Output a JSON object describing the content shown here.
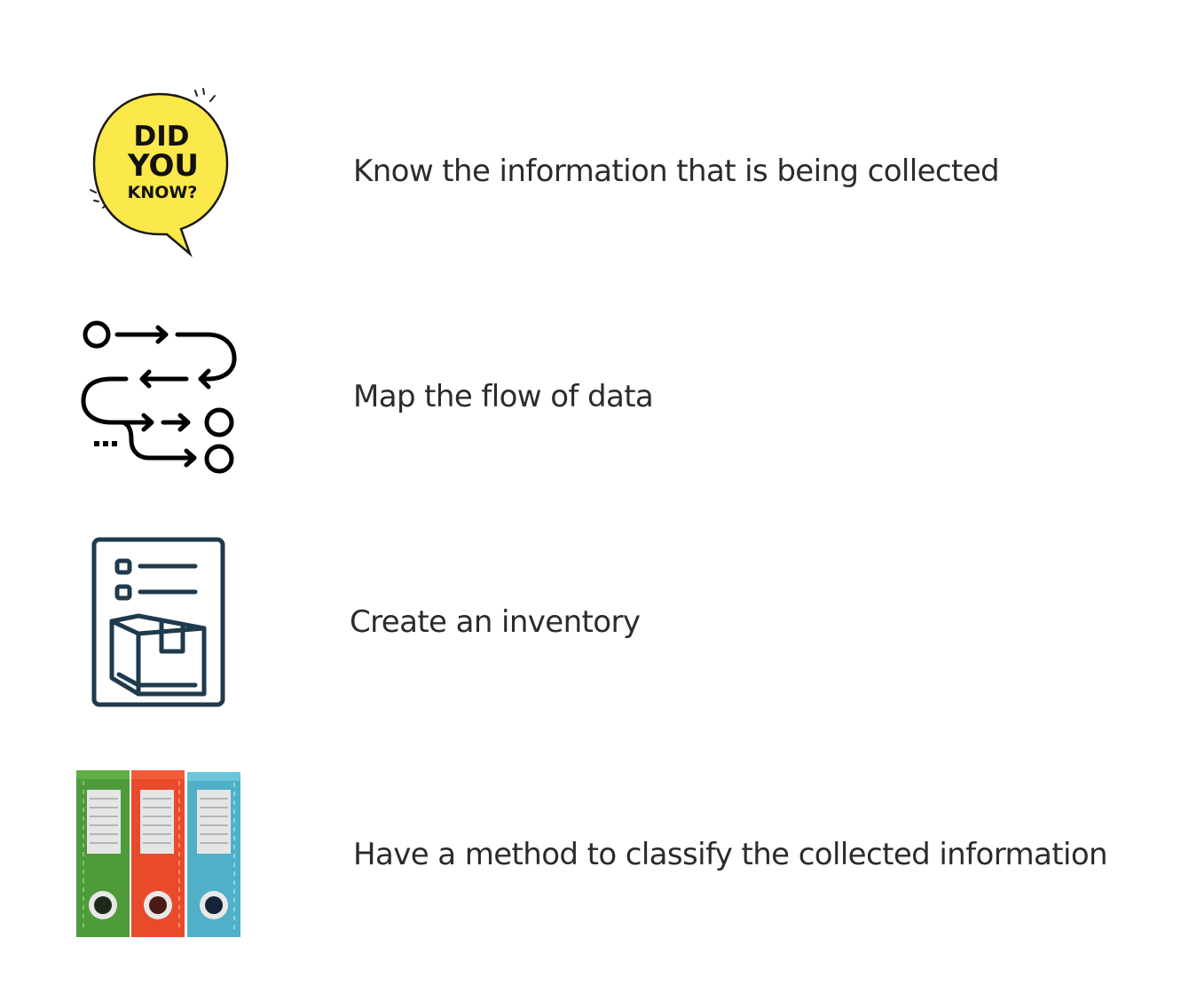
{
  "items": [
    {
      "id": "know",
      "icon": "did-you-know-speech-bubble-icon",
      "icon_text": [
        "DID",
        "YOU",
        "KNOW?"
      ],
      "label": "Know the information that is being collected",
      "color": "#fbe84a"
    },
    {
      "id": "flow",
      "icon": "data-flow-arrows-icon",
      "label": "Map the flow of data",
      "color": "#000000"
    },
    {
      "id": "inventory",
      "icon": "inventory-checklist-box-icon",
      "label": "Create an inventory",
      "color": "#1f3a4d"
    },
    {
      "id": "classify",
      "icon": "binder-folders-icon",
      "label": "Have a method to classify the collected information",
      "folder_colors": [
        "#4f9a3b",
        "#e94a2c",
        "#4fb0c8"
      ]
    }
  ]
}
